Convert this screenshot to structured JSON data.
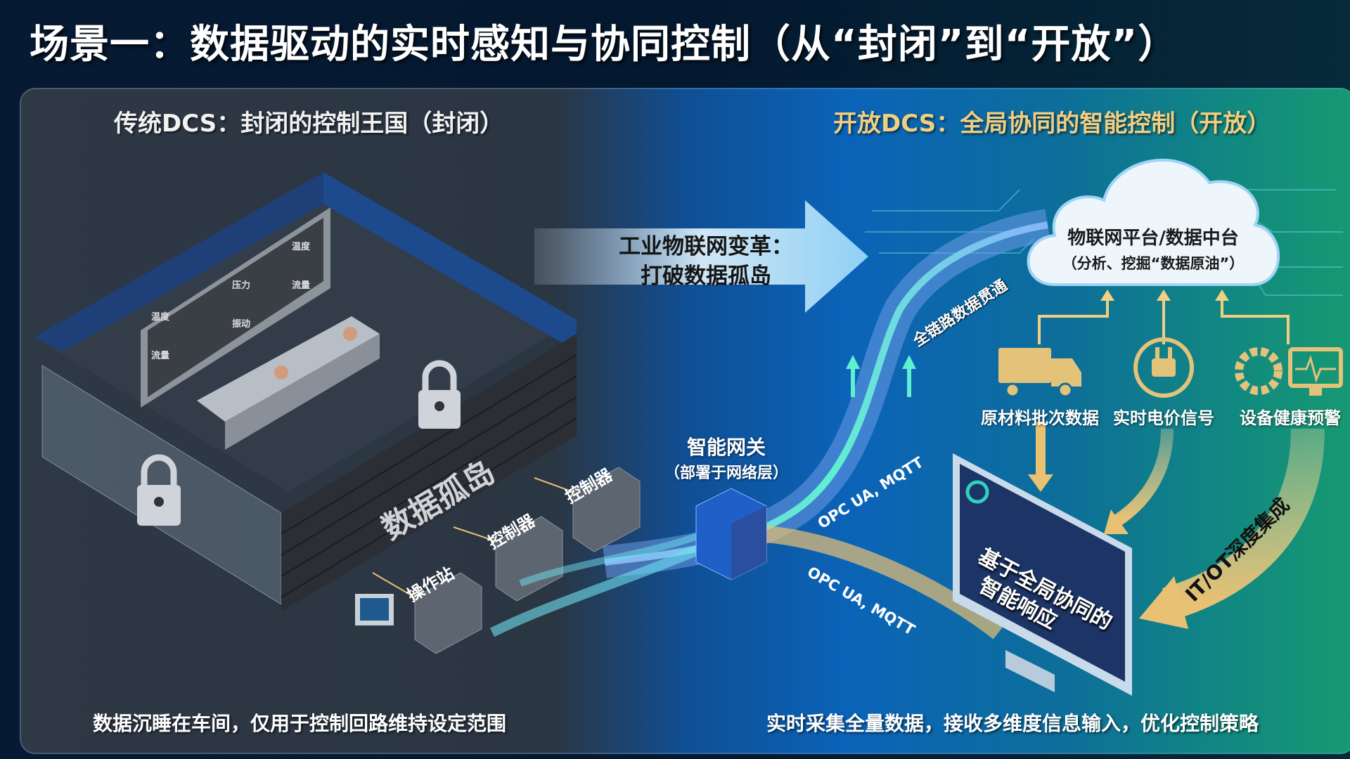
{
  "title": "场景一：数据驱动的实时感知与协同控制（从“封闭”到“开放”）",
  "left": {
    "header": "传统DCS：封闭的控制王国（封闭）",
    "island_label": "数据孤岛",
    "monitor_labels": [
      "温度",
      "压力",
      "温度",
      "流量",
      "振动",
      "流量"
    ],
    "devices": [
      "控制器",
      "控制器",
      "操作站"
    ],
    "footer": "数据沉睡在车间，仅用于控制回路维持设定范围"
  },
  "transition": {
    "line1": "工业物联网变革：",
    "line2": "打破数据孤岛"
  },
  "right": {
    "header": "开放DCS：全局协同的智能控制（开放）",
    "cloud": {
      "title": "物联网平台/数据中台",
      "subtitle": "（分析、挖掘“数据原油”）"
    },
    "pipe_label": "全链路数据贯通",
    "gateway": {
      "title": "智能网关",
      "subtitle": "（部署于网络层）"
    },
    "protocol_upper": "OPC UA, MQTT",
    "protocol_lower": "OPC UA, MQTT",
    "sources": [
      {
        "label": "原材料批次数据",
        "icon": "truck-icon"
      },
      {
        "label": "实时电价信号",
        "icon": "plug-icon"
      },
      {
        "label": "设备健康预警",
        "icon": "gear-wrench-monitor-icon"
      }
    ],
    "monitor_text": [
      "基于全局协同的",
      "智能响应"
    ],
    "integration_label": "IT/OT深度集成",
    "footer": "实时采集全量数据，接收多维度信息输入，优化控制策略"
  },
  "colors": {
    "gold": "#f1cf82",
    "left_bg": "#2f3845",
    "mid_blue": "#0b63b8",
    "right_green": "#179a72",
    "pipe_cyan": "#5ff0d0"
  }
}
